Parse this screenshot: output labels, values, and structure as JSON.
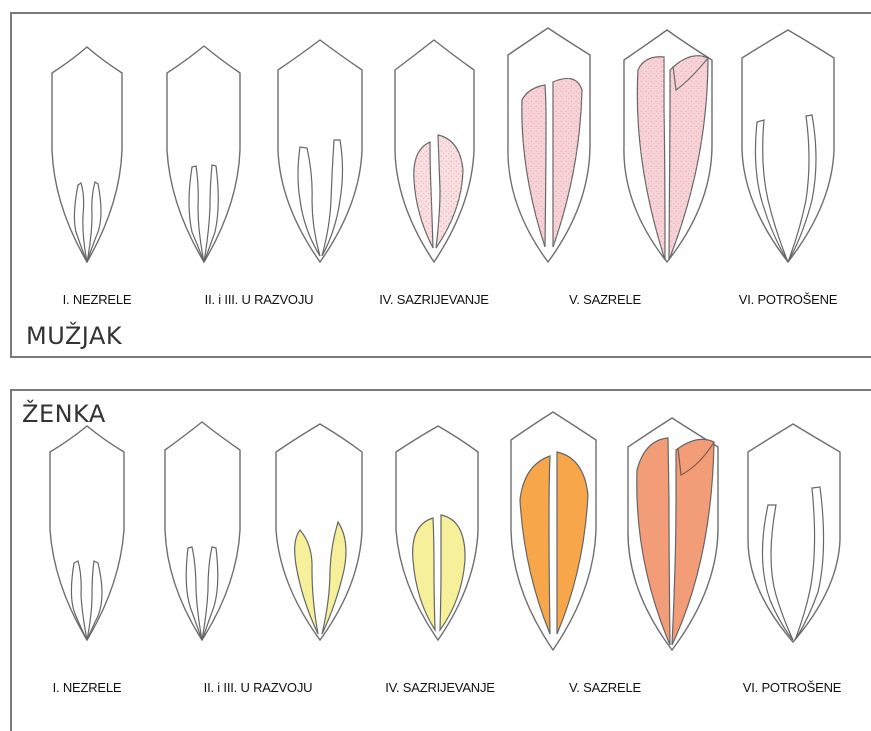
{
  "male": {
    "title": "MUŽJAK",
    "stages": [
      {
        "label": "I. NEZRELE",
        "fill": "#ffffff"
      },
      {
        "label": "II. i III. U RAZVOJU",
        "fill": "#ffffff"
      },
      {
        "label": "IV. SAZRIJEVANJE",
        "fill": "#f9dfe2"
      },
      {
        "label": "V. SAZRELE",
        "fill": "#f7d3d8"
      },
      {
        "label": "VI. POTROŠENE",
        "fill": "#ffffff"
      }
    ]
  },
  "female": {
    "title": "ŽENKA",
    "stages": [
      {
        "label": "I. NEZRELE",
        "fill": "#ffffff"
      },
      {
        "label": "II. i III. U RAZVOJU",
        "fill": "#f6f09a"
      },
      {
        "label": "IV. SAZRIJEVANJE",
        "fill": "#f6f09a"
      },
      {
        "label": "V. SAZRELE",
        "fill": "#f7a64a"
      },
      {
        "label": "VI. POTROŠENE",
        "fill": "#f39c78"
      }
    ]
  },
  "colors": {
    "outline": "#6e6e6e",
    "organ_stroke": "#666666",
    "male_texture": "#e7a8b1"
  }
}
